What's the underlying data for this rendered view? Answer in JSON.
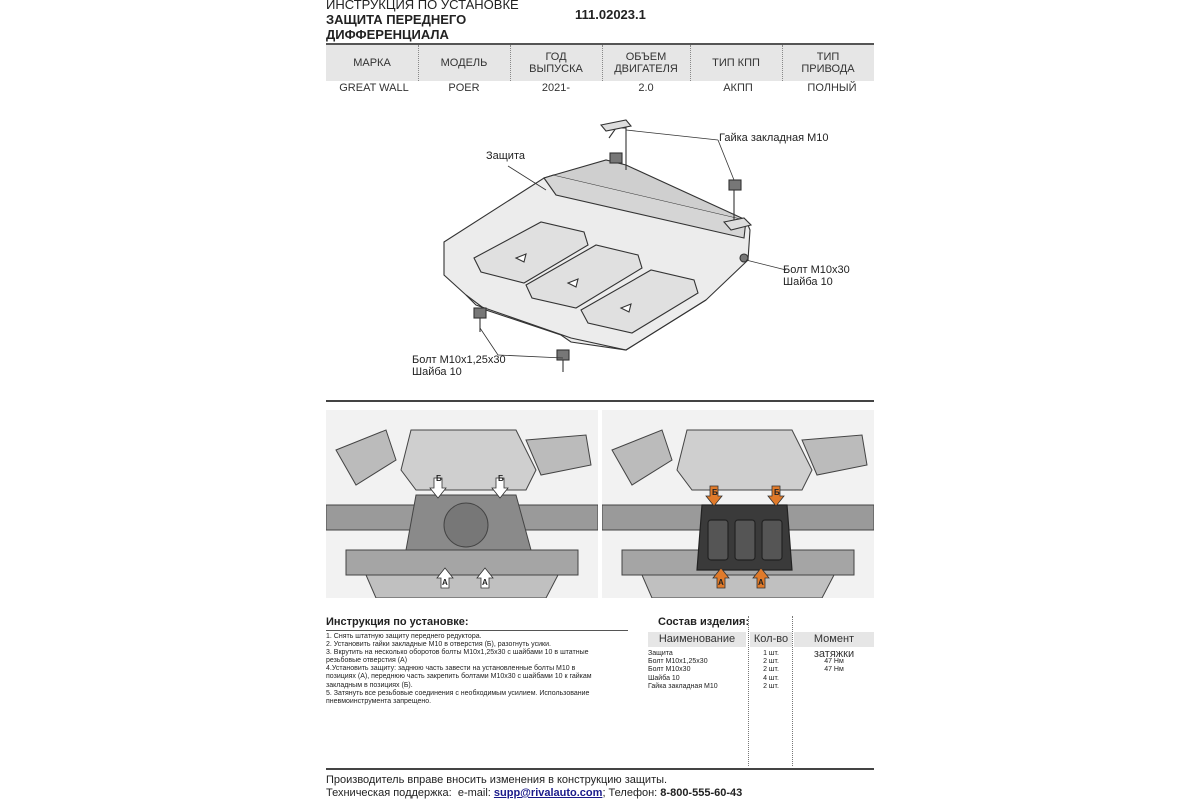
{
  "header": {
    "title_line1": "ИНСТРУКЦИЯ ПО УСТАНОВКЕ",
    "title_line2": "ЗАЩИТА ПЕРЕДНЕГО",
    "title_line3": "ДИФФЕРЕНЦИАЛА",
    "product_code": "111.02023.1"
  },
  "spec_table": {
    "headers": [
      "МАРКА",
      "МОДЕЛЬ",
      "ГОД\nВЫПУСКА",
      "ОБЪЕМ\nДВИГАТЕЛЯ",
      "ТИП КПП",
      "ТИП\nПРИВОДА"
    ],
    "values": [
      "GREAT WALL",
      "POER",
      "2021-",
      "2.0",
      "АКПП",
      "ПОЛНЫЙ"
    ]
  },
  "diagram": {
    "label_shield": "Защита",
    "label_nut": "Гайка закладная М10",
    "label_bolt_a_1": "Болт М10х30",
    "label_bolt_a_2": "Шайба 10",
    "label_bolt_b_1": "Болт М10х1,25х30",
    "label_bolt_b_2": "Шайба 10"
  },
  "photos": {
    "marker_b": "Б",
    "marker_a": "А"
  },
  "instructions": {
    "title": "Инструкция по установке:",
    "lines": [
      "1. Снять штатную защиту переднего редуктора.",
      "2. Установить гайки закладные М10 в отверстия (Б), разогнуть усики.",
      "3. Вкрутить на несколько оборотов болты М10х1,25х30 с шайбами 10 в штатные",
      "резьбовые отверстия (А)",
      "4.Установить защиту: заднюю часть завести на установленные болты М10 в",
      "позициях (А), переднюю часть закрепить болтами М10х30 с шайбами 10 к гайкам",
      "закладным в позициях (Б).",
      "5. Затянуть все резьбовые соединения с необходимым усилием. Использование",
      "пневмоинструмента запрещено."
    ]
  },
  "composition": {
    "title": "Состав изделия:",
    "col_name": "Наименование",
    "col_qty": "Кол-во",
    "col_torque": "Момент затяжки",
    "names": [
      "Защита",
      "Болт М10х1,25х30",
      "Болт М10х30",
      "Шайба 10",
      "Гайка закладная М10"
    ],
    "qty": [
      "1 шт.",
      "2 шт.",
      "2 шт.",
      "4 шт.",
      "2 шт."
    ],
    "torque": [
      "",
      "47 Нм",
      "47 Нм",
      "",
      ""
    ]
  },
  "footer": {
    "note": "Производитель вправе вносить изменения в конструкцию защиты.",
    "support_prefix": "Техническая поддержка:  e-mail: ",
    "email": "supp@rivalauto.com",
    "phone_prefix": "; Телефон: ",
    "phone": "8-800-555-60-43"
  }
}
